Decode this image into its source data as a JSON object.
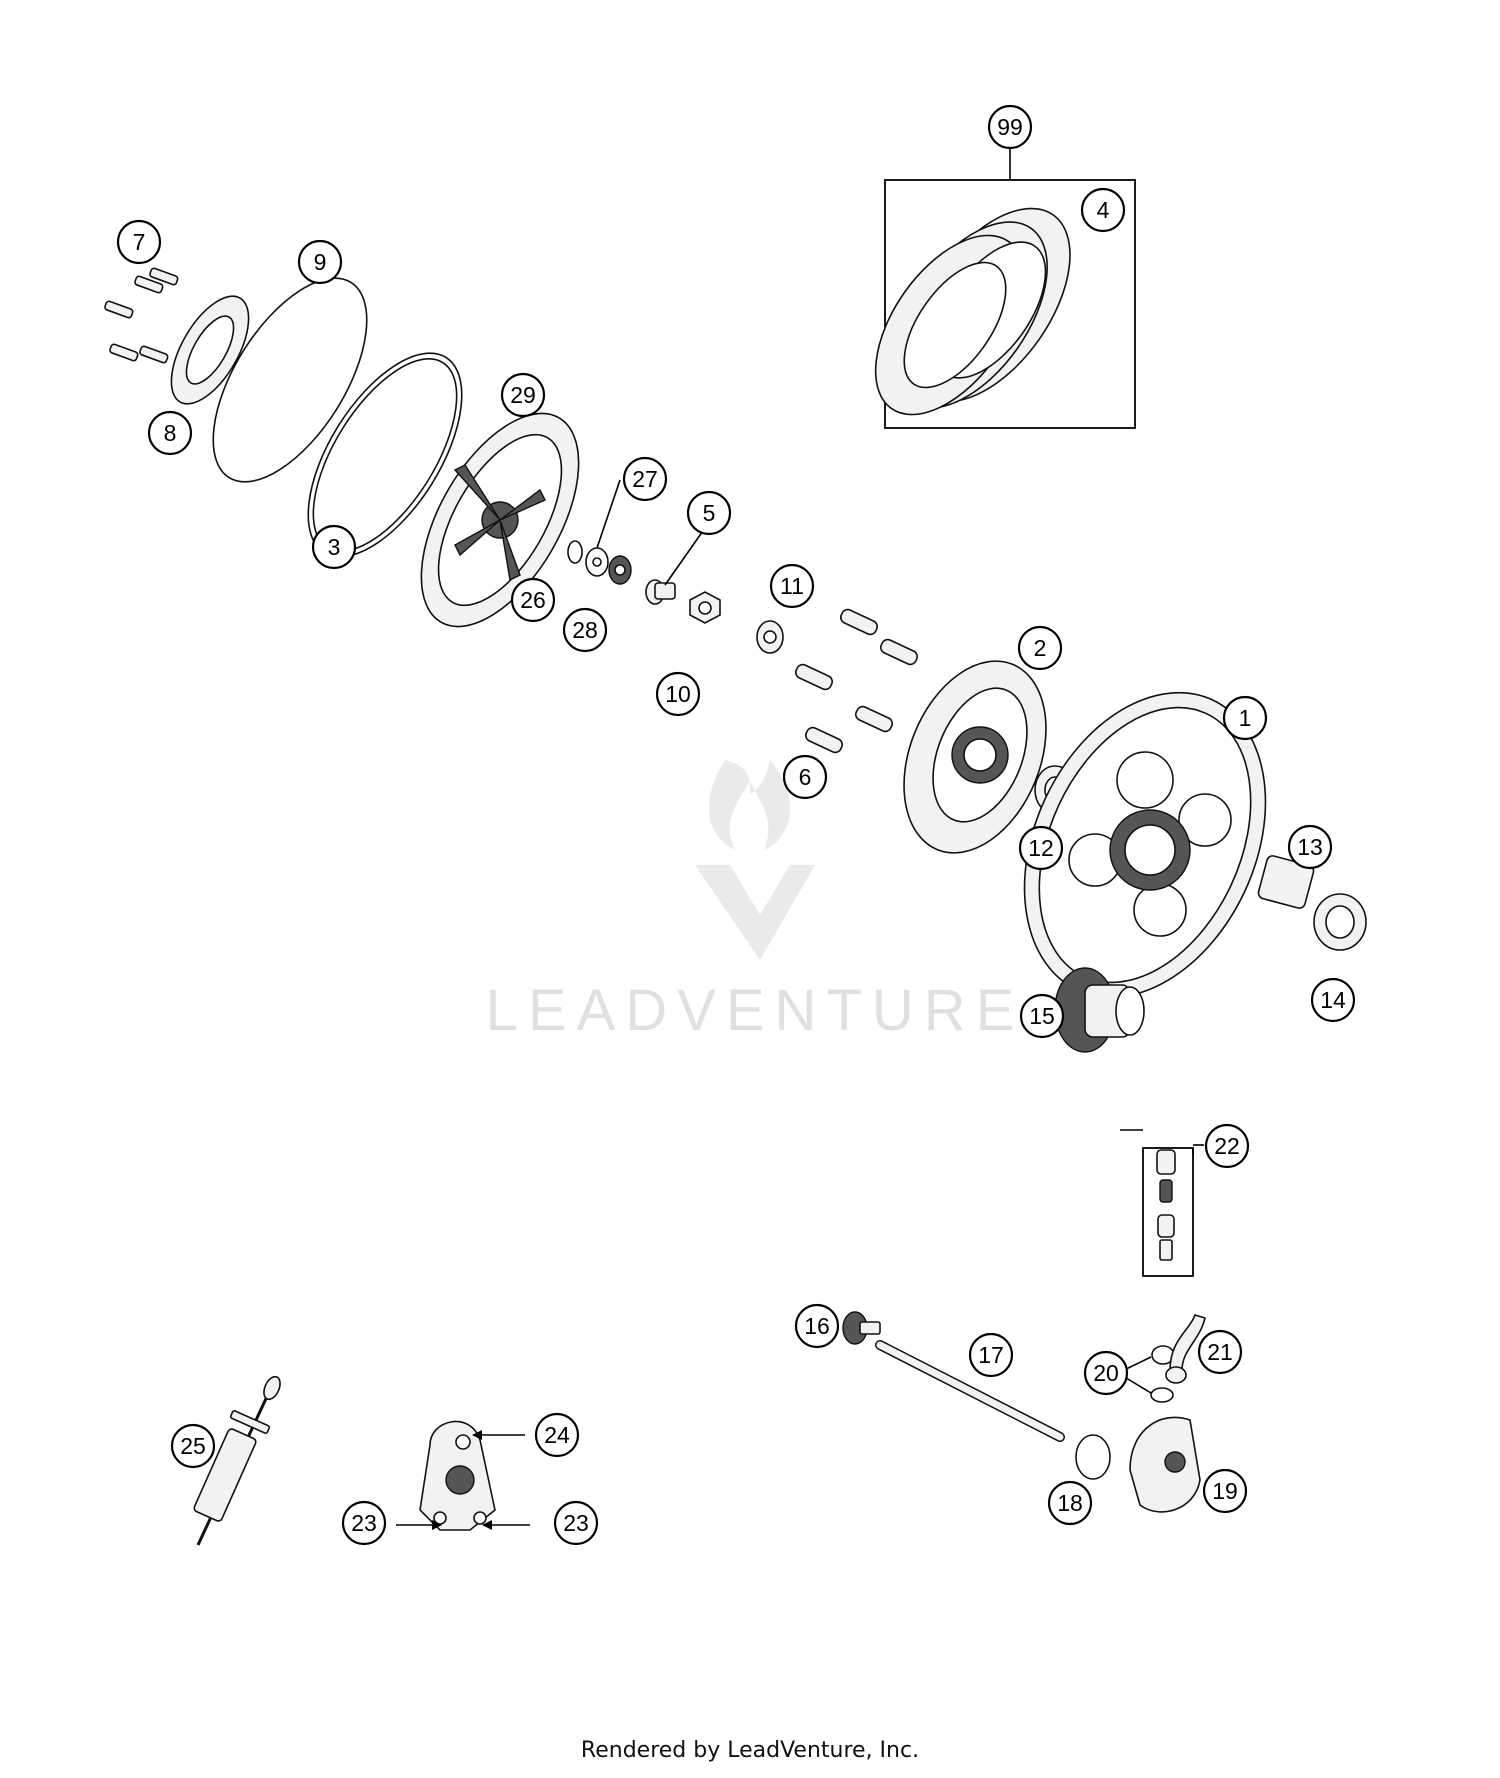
{
  "footer": {
    "rendered_by": "Rendered by LeadVenture, Inc."
  },
  "watermark": {
    "text": "LEADVENTURE"
  },
  "callouts": {
    "c1": "1",
    "c2": "2",
    "c3": "3",
    "c4": "4",
    "c5": "5",
    "c6": "6",
    "c7": "7",
    "c8": "8",
    "c9": "9",
    "c10": "10",
    "c11": "11",
    "c12": "12",
    "c13": "13",
    "c14": "14",
    "c15": "15",
    "c16": "16",
    "c17": "17",
    "c18": "18",
    "c19": "19",
    "c20": "20",
    "c21": "21",
    "c22": "22",
    "c23a": "23",
    "c23b": "23",
    "c24": "24",
    "c25": "25",
    "c26": "26",
    "c27": "27",
    "c28": "28",
    "c29": "29",
    "c99": "99"
  },
  "colors": {
    "line": "#000000",
    "watermark": "#d4d4d4",
    "background": "#ffffff"
  }
}
